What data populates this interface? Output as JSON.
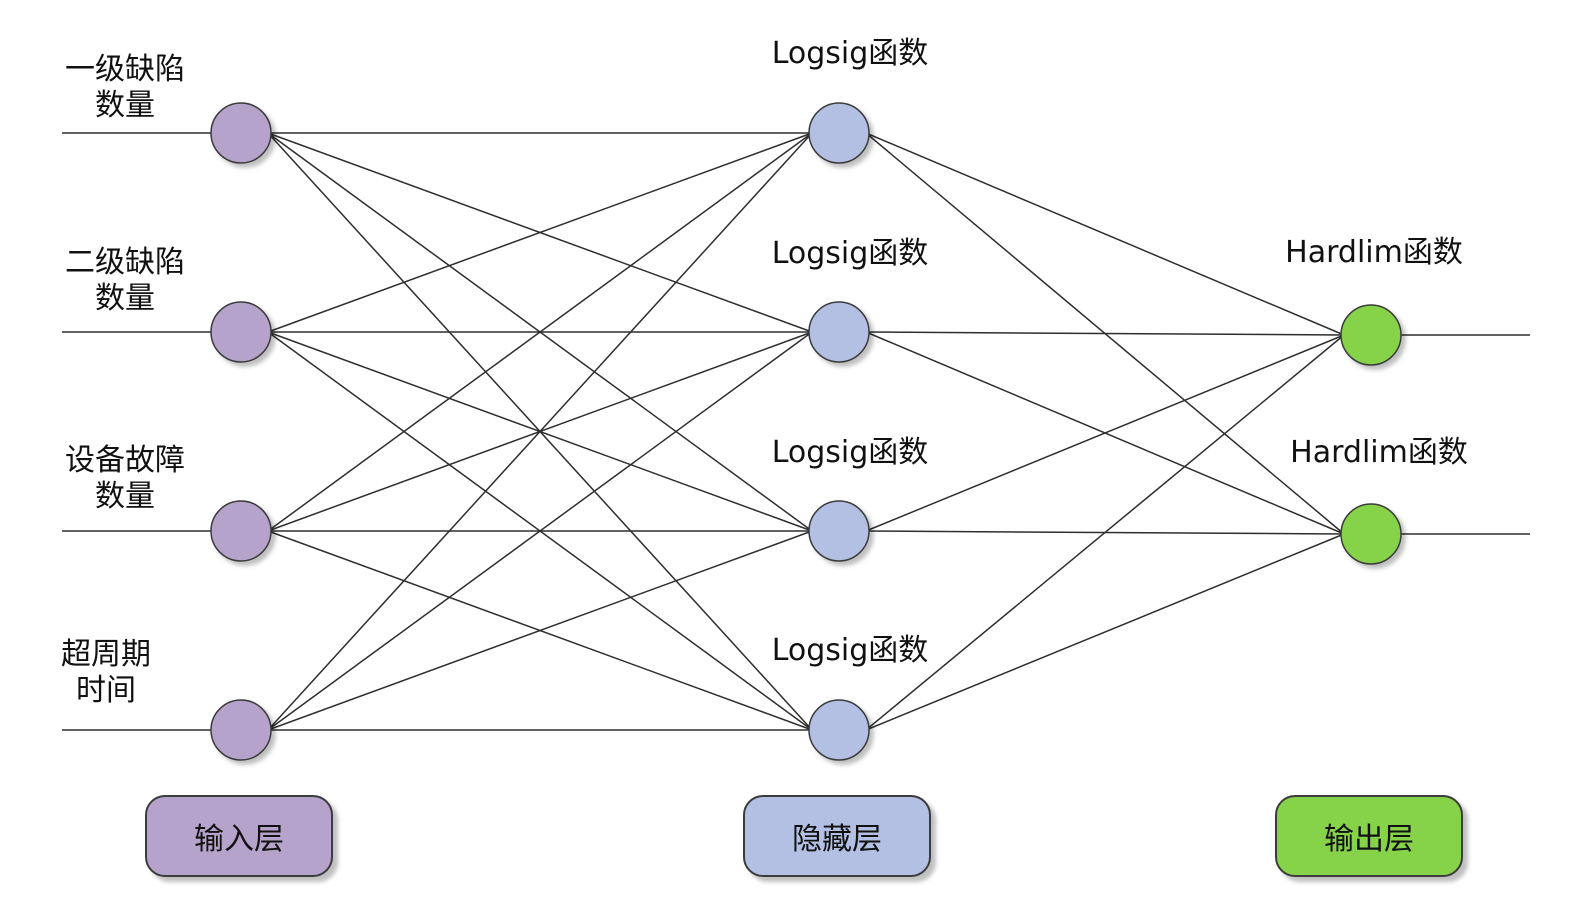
{
  "colors": {
    "input_node": "#b5a3cc",
    "hidden_node": "#b3bfe3",
    "output_node": "#86d249",
    "line": "#2e2e2e",
    "node_stroke": "#3a3a3a"
  },
  "input_labels": [
    "一级缺陷\n数量",
    "二级缺陷\n数量",
    "设备故障\n数量",
    "超周期\n时间"
  ],
  "hidden_labels": [
    "Logsig函数",
    "Logsig函数",
    "Logsig函数",
    "Logsig函数"
  ],
  "output_labels": [
    "Hardlim函数",
    "Hardlim函数"
  ],
  "layers": {
    "input": "输入层",
    "hidden": "隐藏层",
    "output": "输出层"
  }
}
